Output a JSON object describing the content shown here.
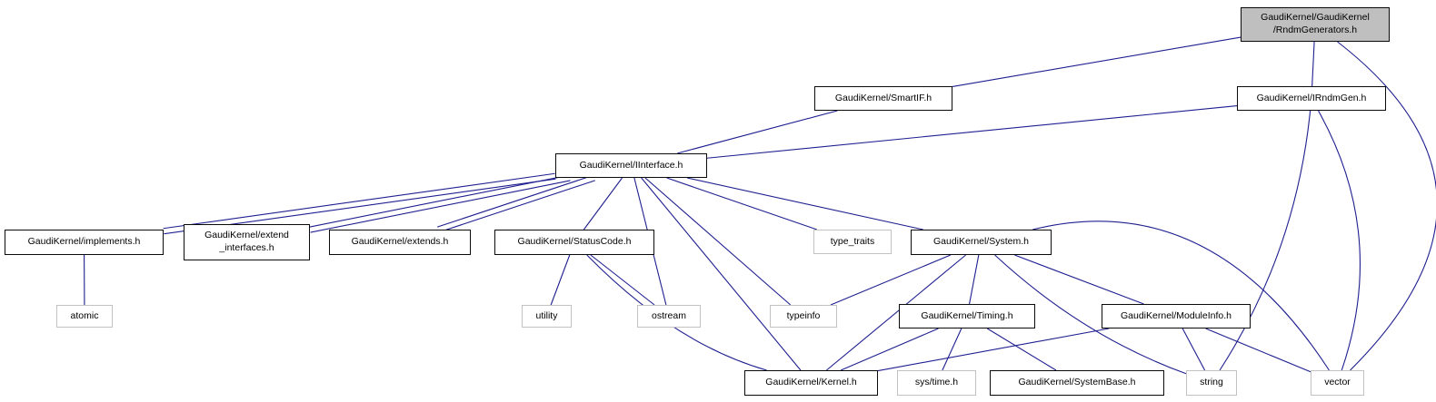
{
  "diagram": {
    "kind": "include-dependency-graph"
  },
  "colors": {
    "edge": "#1f1f90",
    "node_border": "#0a0a0a",
    "external_border": "#c2c2c2",
    "main_fill": "#bfbfbf",
    "background": "#ffffff"
  },
  "nodes": {
    "rndmgenerators": {
      "label": "GaudiKernel/GaudiKernel\n/RndmGenerators.h",
      "type": "main"
    },
    "smartif": {
      "label": "GaudiKernel/SmartIF.h",
      "type": "internal"
    },
    "irndmgen": {
      "label": "GaudiKernel/IRndmGen.h",
      "type": "internal"
    },
    "iinterface": {
      "label": "GaudiKernel/IInterface.h",
      "type": "internal"
    },
    "implements": {
      "label": "GaudiKernel/implements.h",
      "type": "internal"
    },
    "extendinterfaces": {
      "label": "GaudiKernel/extend\n_interfaces.h",
      "type": "internal"
    },
    "extends": {
      "label": "GaudiKernel/extends.h",
      "type": "internal"
    },
    "statuscode": {
      "label": "GaudiKernel/StatusCode.h",
      "type": "internal"
    },
    "typetraits": {
      "label": "type_traits",
      "type": "external"
    },
    "system": {
      "label": "GaudiKernel/System.h",
      "type": "internal"
    },
    "atomic": {
      "label": "atomic",
      "type": "external"
    },
    "utility": {
      "label": "utility",
      "type": "external"
    },
    "ostream": {
      "label": "ostream",
      "type": "external"
    },
    "typeinfo": {
      "label": "typeinfo",
      "type": "external"
    },
    "timing": {
      "label": "GaudiKernel/Timing.h",
      "type": "internal"
    },
    "moduleinfo": {
      "label": "GaudiKernel/ModuleInfo.h",
      "type": "internal"
    },
    "kernel": {
      "label": "GaudiKernel/Kernel.h",
      "type": "internal"
    },
    "systime": {
      "label": "sys/time.h",
      "type": "external"
    },
    "systembase": {
      "label": "GaudiKernel/SystemBase.h",
      "type": "internal"
    },
    "string": {
      "label": "string",
      "type": "external"
    },
    "vector": {
      "label": "vector",
      "type": "external"
    }
  },
  "edges": [
    {
      "from": "rndmgenerators",
      "to": "smartif"
    },
    {
      "from": "rndmgenerators",
      "to": "irndmgen"
    },
    {
      "from": "rndmgenerators",
      "to": "vector",
      "bow": 225
    },
    {
      "from": "smartif",
      "to": "iinterface"
    },
    {
      "from": "irndmgen",
      "to": "iinterface"
    },
    {
      "from": "irndmgen",
      "to": "string",
      "bow": 40
    },
    {
      "from": "irndmgen",
      "to": "vector",
      "bow": 70
    },
    {
      "from": "iinterface",
      "to": "implements"
    },
    {
      "from": "implements",
      "to": "iinterface"
    },
    {
      "from": "iinterface",
      "to": "extendinterfaces"
    },
    {
      "from": "extendinterfaces",
      "to": "iinterface"
    },
    {
      "from": "iinterface",
      "to": "extends"
    },
    {
      "from": "extends",
      "to": "iinterface"
    },
    {
      "from": "iinterface",
      "to": "statuscode"
    },
    {
      "from": "iinterface",
      "to": "ostream"
    },
    {
      "from": "iinterface",
      "to": "typeinfo"
    },
    {
      "from": "iinterface",
      "to": "typetraits"
    },
    {
      "from": "iinterface",
      "to": "system"
    },
    {
      "from": "iinterface",
      "to": "kernel"
    },
    {
      "from": "implements",
      "to": "atomic"
    },
    {
      "from": "statuscode",
      "to": "utility"
    },
    {
      "from": "statuscode",
      "to": "ostream"
    },
    {
      "from": "statuscode",
      "to": "kernel",
      "bow": -40
    },
    {
      "from": "system",
      "to": "typeinfo"
    },
    {
      "from": "system",
      "to": "timing"
    },
    {
      "from": "system",
      "to": "moduleinfo"
    },
    {
      "from": "system",
      "to": "kernel"
    },
    {
      "from": "system",
      "to": "string",
      "bow": -30
    },
    {
      "from": "system",
      "to": "vector",
      "bow": 150
    },
    {
      "from": "timing",
      "to": "kernel"
    },
    {
      "from": "timing",
      "to": "systime"
    },
    {
      "from": "timing",
      "to": "systembase"
    },
    {
      "from": "moduleinfo",
      "to": "kernel"
    },
    {
      "from": "moduleinfo",
      "to": "string"
    },
    {
      "from": "moduleinfo",
      "to": "vector"
    }
  ]
}
